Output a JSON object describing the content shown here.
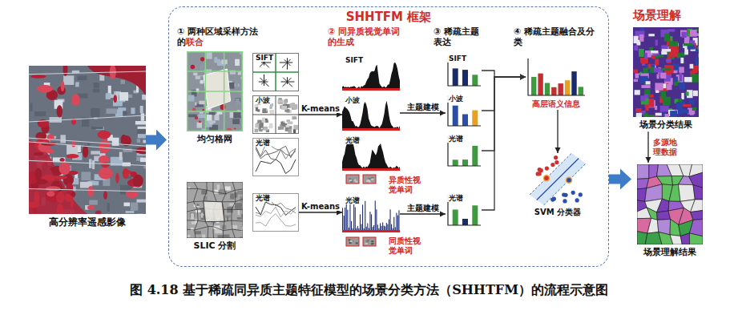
{
  "diagram": {
    "caption": "图 4.18 基于稀疏同异质主题特征模型的场景分类方法（SHHTFM）的流程示意图",
    "nodes": [
      {
        "text": [
          "高分辨率遥感影像"
        ]
      },
      {
        "text": [
          "SHHTFM 框架"
        ]
      },
      {
        "text": [
          "均匀格网"
        ],
        "in": 1
      },
      {
        "text": [
          "SIFT"
        ],
        "in": 1
      },
      {
        "text": [
          "小波"
        ],
        "in": 1
      },
      {
        "text": [
          "光谱"
        ],
        "in": 1
      },
      {
        "text": [
          "SIFT"
        ],
        "in": 1
      },
      {
        "text": [
          "小波"
        ],
        "in": 1
      },
      {
        "text": [
          "光谱"
        ],
        "in": 1
      },
      {
        "text": [
          "SIFT"
        ],
        "in": 1
      },
      {
        "text": [
          "小波"
        ],
        "in": 1
      },
      {
        "text": [
          "光谱"
        ],
        "in": 1
      },
      {
        "text": [
          "高层语义信息"
        ],
        "in": 1
      },
      {
        "text": [
          "SVM 分类器"
        ],
        "in": 1
      },
      {
        "text": [
          "SLIC 分割"
        ],
        "in": 1
      },
      {
        "text": [
          "光谱"
        ],
        "in": 1
      },
      {
        "text": [
          "光谱"
        ],
        "in": 1
      },
      {
        "text": [
          "光谱"
        ],
        "in": 1
      },
      {
        "text": [
          "场景分类结果"
        ]
      },
      {
        "text": [
          "场景理解结果"
        ]
      }
    ],
    "edges": [
      {
        "from": 0,
        "to": 1,
        "arrow": "to"
      },
      {
        "from": 4,
        "to": 7,
        "label": "K-means",
        "arrow": "to"
      },
      {
        "from": 15,
        "to": 16,
        "label": "K-means",
        "arrow": "to"
      },
      {
        "from": 7,
        "to": 10,
        "label": "主题建模",
        "arrow": "to"
      },
      {
        "from": 16,
        "to": 17,
        "label": "主题建模",
        "arrow": "to"
      },
      {
        "from": 9,
        "to": 12,
        "arrow": "to"
      },
      {
        "from": 10,
        "to": 12,
        "arrow": "to"
      },
      {
        "from": 11,
        "to": 12,
        "arrow": "to"
      },
      {
        "from": 17,
        "to": 12,
        "arrow": "to"
      },
      {
        "from": 12,
        "to": 13,
        "arrow": "to"
      },
      {
        "from": 1,
        "to": 18,
        "arrow": "to"
      },
      {
        "from": 18,
        "to": 19,
        "label": "多源地理数据",
        "arrow": "to"
      }
    ],
    "labels": [
      "① 两种区域采样方法的",
      "联合",
      "② 同异质视觉单词的生成",
      "③ 稀疏主题表达",
      "④ 稀疏主题融合及分类",
      "异质性视觉单词",
      "同质性视觉单词",
      "场景理解"
    ]
  }
}
